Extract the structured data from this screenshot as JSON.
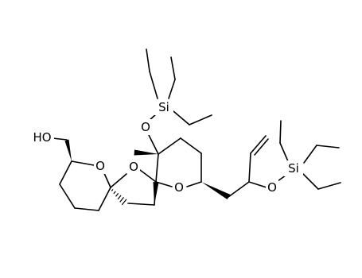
{
  "molecule": {
    "atoms": {
      "hydroxyl": "HO",
      "ring_o_left": "O",
      "spiro_o": "O",
      "ring_o_right": "O",
      "silyl_o_top": "O",
      "si_top": "Si",
      "silyl_o_right": "O",
      "si_right": "Si"
    }
  }
}
